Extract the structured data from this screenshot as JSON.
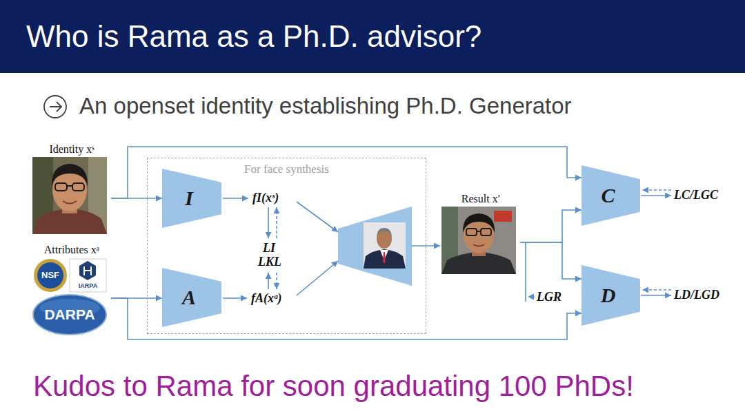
{
  "diagram": {
    "title": "Who is Rama as a Ph.D. advisor?",
    "caption": "Kudos to Rama for soon graduating 100 PhDs!",
    "nodes": [
      {
        "text": [
          "Identity xˢ"
        ]
      },
      {
        "text": [
          "Attributes xᵃ"
        ]
      },
      {
        "text": [
          "For face synthesis"
        ]
      },
      {
        "text": [
          "I"
        ],
        "in": 2
      },
      {
        "text": [
          "A"
        ],
        "in": 2
      },
      {
        "text": [
          "Result x′"
        ]
      },
      {
        "text": [
          "C"
        ]
      },
      {
        "text": [
          "D"
        ]
      }
    ],
    "edges": [
      {
        "from": 0,
        "to": 3,
        "arrow": "to"
      },
      {
        "from": 0,
        "to": 6,
        "arrow": "to"
      },
      {
        "from": 1,
        "to": 4,
        "arrow": "to"
      },
      {
        "from": 1,
        "to": 7,
        "arrow": "to"
      },
      {
        "from": 5,
        "to": 6,
        "arrow": "to"
      },
      {
        "from": 5,
        "to": 7,
        "arrow": "to"
      }
    ],
    "labels": [
      "An openset identity establishing Ph.D. Generator",
      "NSF",
      "IARPA",
      "DARPA",
      "fI(xˢ)",
      "LI",
      "LKL",
      "fA(xᵃ)",
      "LC/LGC",
      "LGR",
      "LD/LGD"
    ]
  }
}
